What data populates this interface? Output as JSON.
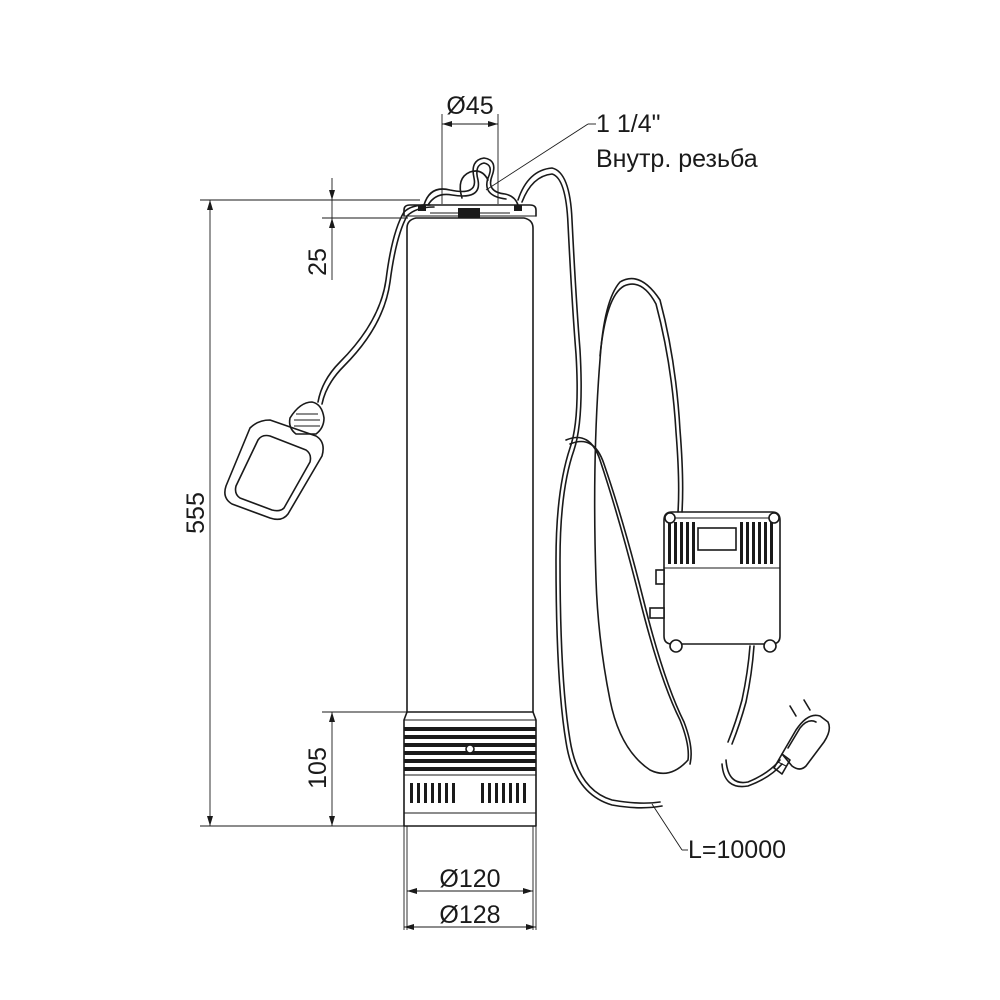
{
  "dimensions": {
    "inlet_diameter": "Ø45",
    "thread_size": "1 1/4\"",
    "thread_note": "Внутр. резьба",
    "top_height": "25",
    "total_height": "555",
    "bottom_section_height": "105",
    "inner_diameter": "Ø120",
    "outer_diameter": "Ø128",
    "cable_length": "L=10000"
  }
}
